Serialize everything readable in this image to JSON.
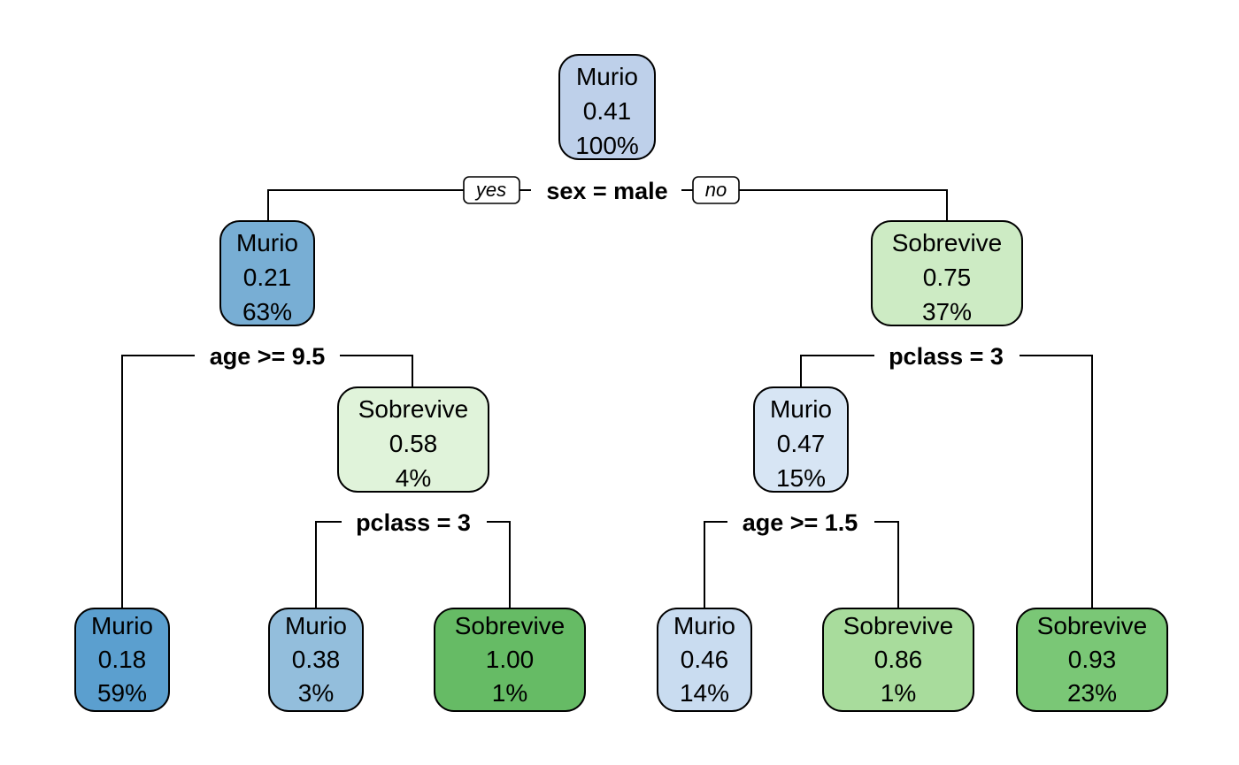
{
  "branch_tags": {
    "yes": "yes",
    "no": "no"
  },
  "splits": {
    "root": "sex = male",
    "male": "age >= 9.5",
    "young_male": "pclass = 3",
    "female": "pclass = 3",
    "female_3rd": "age >= 1.5"
  },
  "nodes": {
    "root": {
      "label": "Murio",
      "value": "0.41",
      "percent": "100%",
      "color": "#bed0ea"
    },
    "male": {
      "label": "Murio",
      "value": "0.21",
      "percent": "63%",
      "color": "#78aed4"
    },
    "female": {
      "label": "Sobrevive",
      "value": "0.75",
      "percent": "37%",
      "color": "#cdebc4"
    },
    "young_male": {
      "label": "Sobrevive",
      "value": "0.58",
      "percent": "4%",
      "color": "#e0f3da"
    },
    "female_3rd": {
      "label": "Murio",
      "value": "0.47",
      "percent": "15%",
      "color": "#d7e5f4"
    },
    "leaf_1": {
      "label": "Murio",
      "value": "0.18",
      "percent": "59%",
      "color": "#5b9fcf"
    },
    "leaf_2": {
      "label": "Murio",
      "value": "0.38",
      "percent": "3%",
      "color": "#93bedc"
    },
    "leaf_3": {
      "label": "Sobrevive",
      "value": "1.00",
      "percent": "1%",
      "color": "#66bb65"
    },
    "leaf_4": {
      "label": "Murio",
      "value": "0.46",
      "percent": "14%",
      "color": "#c9dcf0"
    },
    "leaf_5": {
      "label": "Sobrevive",
      "value": "0.86",
      "percent": "1%",
      "color": "#a8dc9c"
    },
    "leaf_6": {
      "label": "Sobrevive",
      "value": "0.93",
      "percent": "23%",
      "color": "#7ac776"
    }
  }
}
